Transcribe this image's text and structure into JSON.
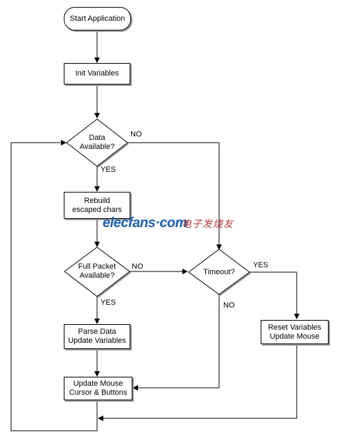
{
  "nodes": {
    "start": "Start Application",
    "init": "Init Variables",
    "data_available": [
      "Data",
      "Available?"
    ],
    "rebuild": [
      "Rebuild",
      "escaped chars"
    ],
    "full_packet": [
      "Full Packet",
      "Available?"
    ],
    "timeout": "Timeout?",
    "parse": [
      "Parse Data",
      "Update Variables"
    ],
    "reset": [
      "Reset Variables",
      "Update Mouse"
    ],
    "update_mouse": [
      "Update Mouse",
      "Cursor & Buttons"
    ]
  },
  "edge_labels": {
    "data_no": "NO",
    "data_yes": "YES",
    "packet_no": "NO",
    "packet_yes": "YES",
    "timeout_yes": "YES",
    "timeout_no": "NO"
  },
  "watermark": {
    "brand": "elecfans",
    "domain": "·com",
    "cn": "电子发烧友"
  },
  "colors": {
    "line": "#000000",
    "shadow": "#9a9a9a",
    "watermark_blue": "#1d5fb0",
    "watermark_red": "#b0382f"
  }
}
